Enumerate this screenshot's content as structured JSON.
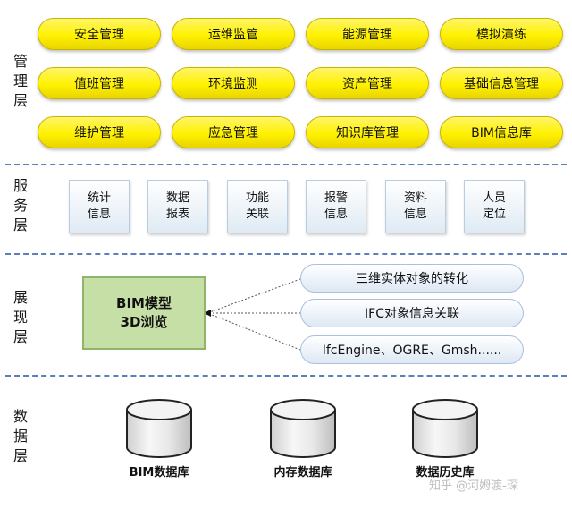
{
  "layers": {
    "management": "管理层",
    "service": "服务层",
    "display": "展现层",
    "data": "数据层"
  },
  "management_items": [
    "安全管理",
    "运维监管",
    "能源管理",
    "模拟演练",
    "值班管理",
    "环境监测",
    "资产管理",
    "基础信息管理",
    "维护管理",
    "应急管理",
    "知识库管理",
    "BIM信息库"
  ],
  "service_items": [
    "统计信息",
    "数据报表",
    "功能关联",
    "报警信息",
    "资料信息",
    "人员定位"
  ],
  "display": {
    "bim_line1": "BIM模型",
    "bim_line2": "3D浏览",
    "features": [
      "三维实体对象的转化",
      "IFC对象信息关联",
      "IfcEngine、OGRE、Gmsh......"
    ]
  },
  "databases": [
    "BIM数据库",
    "内存数据库",
    "数据历史库"
  ],
  "watermark": "知乎 @河姆渡-琛",
  "colors": {
    "pill_yellow": "#fff200",
    "bim_green": "#c6dfa6",
    "divider_blue": "#5b7fb8"
  }
}
